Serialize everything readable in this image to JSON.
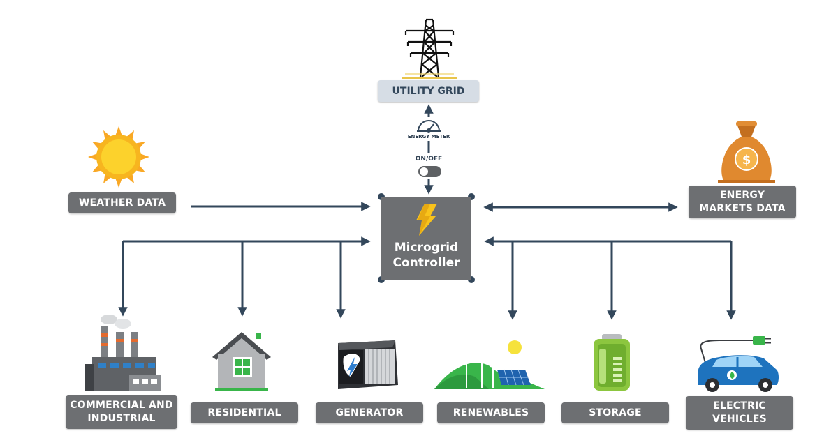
{
  "utility_grid": {
    "label": "UTILITY GRID"
  },
  "energy_meter": {
    "label": "ENERGY METER"
  },
  "switch": {
    "label": "ON/OFF"
  },
  "controller": {
    "line1": "Microgrid",
    "line2": "Controller"
  },
  "weather": {
    "label": "WEATHER DATA"
  },
  "markets": {
    "line1": "ENERGY",
    "line2": "MARKETS DATA"
  },
  "nodes": {
    "commercial": {
      "line1": "COMMERCIAL AND",
      "line2": "INDUSTRIAL"
    },
    "residential": {
      "label": "RESIDENTIAL"
    },
    "generator": {
      "label": "GENERATOR"
    },
    "renewables": {
      "label": "RENEWABLES"
    },
    "storage": {
      "label": "STORAGE"
    },
    "ev": {
      "line1": "ELECTRIC",
      "line2": "VEHICLES"
    }
  },
  "colors": {
    "arrow": "#33475b",
    "box_gray": "#6d6f72",
    "utility_box": "#d6dde5",
    "sun": "#f7b51f",
    "money": "#d9822b",
    "bolt": "#f9c31b",
    "battery": "#8cc63f",
    "car": "#1e73be",
    "house_green": "#39b54a"
  }
}
